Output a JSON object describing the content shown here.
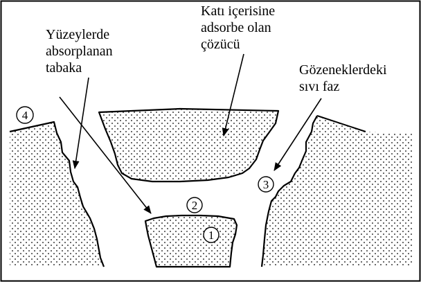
{
  "labels": {
    "surface_layer": [
      "Yüzeylerde",
      "absorplanan",
      "tabaka"
    ],
    "adsorbed_solvent": [
      "Katı içerisine",
      "adsorbe olan",
      "çözücü"
    ],
    "pore_liquid": [
      "Gözeneklerdeki",
      "sıvı faz"
    ]
  },
  "markers": [
    "1",
    "2",
    "3",
    "4"
  ]
}
